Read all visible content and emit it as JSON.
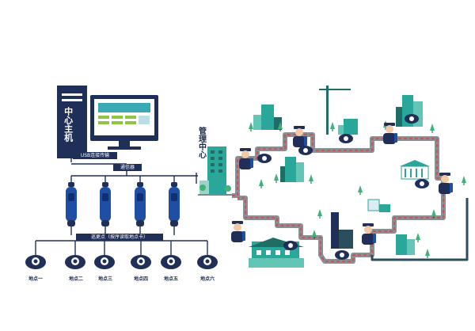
{
  "host": {
    "title": "中心主机"
  },
  "links": {
    "usb_label": "USB连接传输",
    "comm_label": "通信器",
    "reader_label": "巡更点（按序读取地点卡）"
  },
  "sites": [
    "地点一",
    "地点二",
    "地点三",
    "地点四",
    "地点五",
    "地点六"
  ],
  "management": {
    "title": "管理中心"
  },
  "colors": {
    "navy": "#1f2f57",
    "screen": "#3aa9b4",
    "wand_blue": "#1e4fa5",
    "route_red": "#d8473f",
    "route_grey": "#8a8f96",
    "building_teal": "#2aa79b",
    "tree_green": "#3fb27a"
  }
}
